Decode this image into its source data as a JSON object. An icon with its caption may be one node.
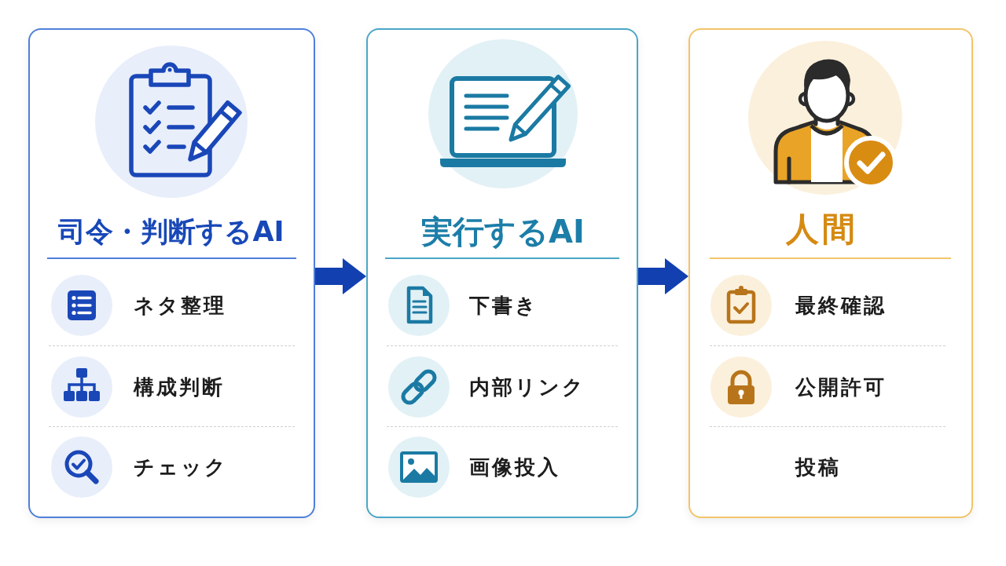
{
  "diagram": {
    "nodes": [
      {
        "text": [
          "司令・判断するAI",
          "ネタ整理",
          "構成判断",
          "チェック"
        ]
      },
      {
        "text": [
          "実行するAI",
          "下書き",
          "内部リンク",
          "画像投入"
        ]
      },
      {
        "text": [
          "人間",
          "最終確認",
          "公開許可",
          "投稿"
        ]
      }
    ],
    "edges": [
      {
        "from": 0,
        "to": 1,
        "arrow": "to"
      },
      {
        "from": 1,
        "to": 2,
        "arrow": "to"
      }
    ]
  }
}
